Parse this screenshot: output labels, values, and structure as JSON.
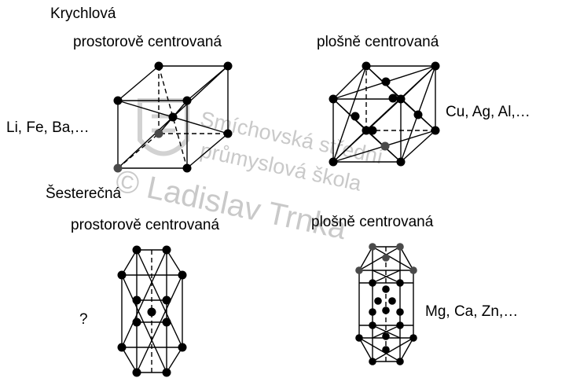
{
  "labels": {
    "cubic": "Krychlová",
    "cubic_bcc": "prostorově centrovaná",
    "cubic_fcc": "plošně centrovaná",
    "bcc_examples": "Li, Fe, Ba,…",
    "fcc_examples": "Cu, Ag, Al,…",
    "hexagonal": "Šesterečná",
    "hex_bcc": "prostorově centrovaná",
    "hex_fcc": "plošně centrovaná",
    "hex_bcc_examples": "?",
    "hex_fcc_examples": "Mg, Ca, Zn,…"
  },
  "watermark": {
    "line1": "Smíchovská střední",
    "line2": "průmyslová škola",
    "line3": "© Ladislav Trnka"
  },
  "colors": {
    "ink": "#000000",
    "watermark": "#c9c9c9"
  }
}
